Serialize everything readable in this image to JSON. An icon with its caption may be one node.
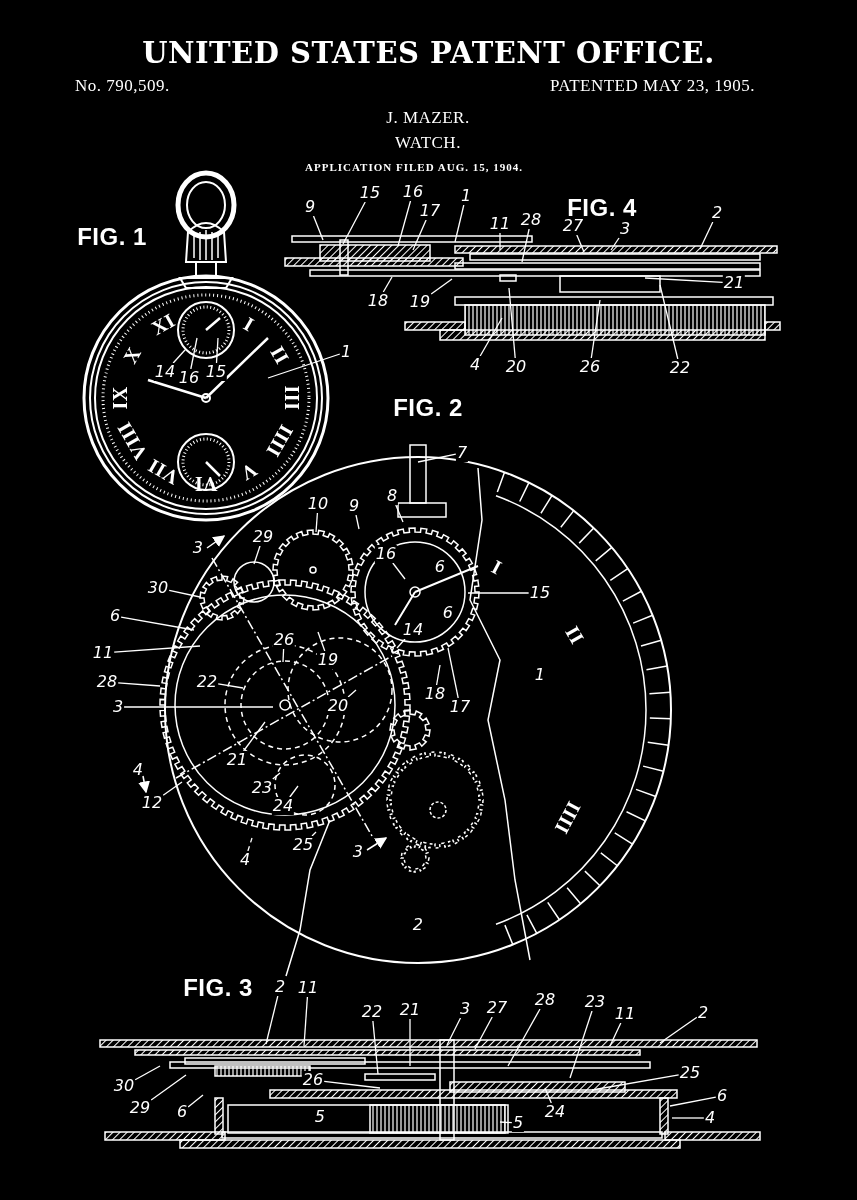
{
  "diagram": {
    "title": "UNITED STATES PATENT OFFICE.",
    "nodes": [
      {
        "text": [
          "14"
        ]
      },
      {
        "text": [
          "16"
        ]
      },
      {
        "text": [
          "15"
        ]
      },
      {
        "text": [
          "1"
        ]
      },
      {
        "text": [
          "9"
        ]
      },
      {
        "text": [
          "15"
        ]
      },
      {
        "text": [
          "16"
        ]
      },
      {
        "text": [
          "17"
        ]
      },
      {
        "text": [
          "1"
        ]
      },
      {
        "text": [
          "11"
        ]
      },
      {
        "text": [
          "28"
        ]
      },
      {
        "text": [
          "27"
        ]
      },
      {
        "text": [
          "3"
        ]
      },
      {
        "text": [
          "2"
        ]
      },
      {
        "text": [
          "21"
        ]
      },
      {
        "text": [
          "18"
        ]
      },
      {
        "text": [
          "19"
        ]
      },
      {
        "text": [
          "4"
        ]
      },
      {
        "text": [
          "20"
        ]
      },
      {
        "text": [
          "26"
        ]
      },
      {
        "text": [
          "22"
        ]
      },
      {
        "text": [
          "7"
        ]
      },
      {
        "text": [
          "8"
        ]
      },
      {
        "text": [
          "10"
        ]
      },
      {
        "text": [
          "9"
        ]
      },
      {
        "text": [
          "29"
        ]
      },
      {
        "text": [
          "30"
        ]
      },
      {
        "text": [
          "16"
        ]
      },
      {
        "text": [
          "15"
        ]
      },
      {
        "text": [
          "6"
        ]
      },
      {
        "text": [
          "14"
        ]
      },
      {
        "text": [
          "11"
        ]
      },
      {
        "text": [
          "26"
        ]
      },
      {
        "text": [
          "19"
        ]
      },
      {
        "text": [
          "28"
        ]
      },
      {
        "text": [
          "22"
        ]
      },
      {
        "text": [
          "18"
        ]
      },
      {
        "text": [
          "17"
        ]
      },
      {
        "text": [
          "3"
        ]
      },
      {
        "text": [
          "20"
        ]
      },
      {
        "text": [
          "21"
        ]
      },
      {
        "text": [
          "12"
        ]
      },
      {
        "text": [
          "23"
        ]
      },
      {
        "text": [
          "24"
        ]
      },
      {
        "text": [
          "25"
        ]
      },
      {
        "text": [
          "4"
        ]
      },
      {
        "text": [
          "2"
        ]
      },
      {
        "text": [
          "11"
        ]
      },
      {
        "text": [
          "22"
        ]
      },
      {
        "text": [
          "21"
        ]
      },
      {
        "text": [
          "3"
        ]
      },
      {
        "text": [
          "27"
        ]
      },
      {
        "text": [
          "28"
        ]
      },
      {
        "text": [
          "23"
        ]
      },
      {
        "text": [
          "11"
        ]
      },
      {
        "text": [
          "2"
        ]
      },
      {
        "text": [
          "30"
        ]
      },
      {
        "text": [
          "29"
        ]
      },
      {
        "text": [
          "6"
        ]
      },
      {
        "text": [
          "26"
        ]
      },
      {
        "text": [
          "25"
        ]
      },
      {
        "text": [
          "6"
        ]
      },
      {
        "text": [
          "24"
        ]
      },
      {
        "text": [
          "4"
        ]
      },
      {
        "text": [
          "5"
        ]
      }
    ],
    "edges": [
      {
        "from": 0,
        "to": null,
        "arrow": "none"
      },
      {
        "from": 1,
        "to": null,
        "arrow": "none"
      },
      {
        "from": 2,
        "to": null,
        "arrow": "none"
      },
      {
        "from": 3,
        "to": null,
        "arrow": "none"
      },
      {
        "from": 4,
        "to": null,
        "arrow": "none"
      },
      {
        "from": 5,
        "to": null,
        "arrow": "none"
      },
      {
        "from": 6,
        "to": null,
        "arrow": "none"
      },
      {
        "from": 7,
        "to": null,
        "arrow": "none"
      },
      {
        "from": 8,
        "to": null,
        "arrow": "none"
      },
      {
        "from": 9,
        "to": null,
        "arrow": "none"
      },
      {
        "from": 10,
        "to": null,
        "arrow": "none"
      },
      {
        "from": 11,
        "to": null,
        "arrow": "none"
      },
      {
        "from": 12,
        "to": null,
        "arrow": "none"
      },
      {
        "from": 13,
        "to": null,
        "arrow": "none"
      },
      {
        "from": 14,
        "to": null,
        "arrow": "none"
      },
      {
        "from": 15,
        "to": null,
        "arrow": "none"
      },
      {
        "from": 16,
        "to": null,
        "arrow": "none"
      },
      {
        "from": 17,
        "to": null,
        "arrow": "none"
      },
      {
        "from": 18,
        "to": null,
        "arrow": "none"
      },
      {
        "from": 19,
        "to": null,
        "arrow": "none"
      },
      {
        "from": 20,
        "to": null,
        "arrow": "none"
      },
      {
        "from": 21,
        "to": null,
        "arrow": "none"
      },
      {
        "from": 22,
        "to": null,
        "arrow": "none"
      },
      {
        "from": 23,
        "to": null,
        "arrow": "none"
      },
      {
        "from": 24,
        "to": null,
        "arrow": "none"
      },
      {
        "from": 25,
        "to": null,
        "arrow": "none"
      },
      {
        "from": 26,
        "to": null,
        "arrow": "none"
      },
      {
        "from": 27,
        "to": null,
        "arrow": "none"
      },
      {
        "from": 28,
        "to": null,
        "arrow": "none"
      },
      {
        "from": 29,
        "to": null,
        "arrow": "none"
      },
      {
        "from": 30,
        "to": null,
        "arrow": "none"
      },
      {
        "from": 31,
        "to": null,
        "arrow": "none"
      },
      {
        "from": 32,
        "to": null,
        "arrow": "none"
      },
      {
        "from": 33,
        "to": null,
        "arrow": "none"
      },
      {
        "from": 34,
        "to": null,
        "arrow": "none"
      },
      {
        "from": 35,
        "to": null,
        "arrow": "none"
      },
      {
        "from": 36,
        "to": null,
        "arrow": "none"
      },
      {
        "from": 37,
        "to": null,
        "arrow": "none"
      },
      {
        "from": 38,
        "to": null,
        "arrow": "none"
      },
      {
        "from": 39,
        "to": null,
        "arrow": "none"
      },
      {
        "from": 40,
        "to": null,
        "arrow": "none"
      },
      {
        "from": 41,
        "to": null,
        "arrow": "none"
      },
      {
        "from": 42,
        "to": null,
        "arrow": "none"
      },
      {
        "from": 43,
        "to": null,
        "arrow": "none"
      },
      {
        "from": 44,
        "to": null,
        "arrow": "none"
      },
      {
        "from": 45,
        "to": null,
        "arrow": "none",
        "style": "dashed"
      },
      {
        "from": 46,
        "to": null,
        "arrow": "none"
      },
      {
        "from": 47,
        "to": null,
        "arrow": "none"
      },
      {
        "from": 48,
        "to": null,
        "arrow": "none"
      },
      {
        "from": 49,
        "to": null,
        "arrow": "none"
      },
      {
        "from": 50,
        "to": null,
        "arrow": "none"
      },
      {
        "from": 51,
        "to": null,
        "arrow": "none"
      },
      {
        "from": 52,
        "to": null,
        "arrow": "none"
      },
      {
        "from": 53,
        "to": null,
        "arrow": "none"
      },
      {
        "from": 54,
        "to": null,
        "arrow": "none"
      },
      {
        "from": 55,
        "to": null,
        "arrow": "none"
      },
      {
        "from": 56,
        "to": null,
        "arrow": "none"
      },
      {
        "from": 57,
        "to": null,
        "arrow": "none"
      },
      {
        "from": 58,
        "to": null,
        "arrow": "none"
      },
      {
        "from": 59,
        "to": null,
        "arrow": "none"
      },
      {
        "from": 60,
        "to": null,
        "arrow": "none"
      },
      {
        "from": 61,
        "to": null,
        "arrow": "none"
      },
      {
        "from": 62,
        "to": null,
        "arrow": "none"
      },
      {
        "from": 63,
        "to": null,
        "arrow": "none"
      },
      {
        "from": 64,
        "to": null,
        "arrow": "none"
      }
    ],
    "labels": [
      "No. 790,509.",
      "PATENTED MAY 23, 1905.",
      "J. MAZER.",
      "WATCH.",
      "APPLICATION FILED AUG. 15, 1904.",
      "FIG. 1",
      "FIG. 4",
      "FIG. 2",
      "FIG. 3",
      "I",
      "II",
      "III",
      "IIII",
      "V",
      "VI",
      "VII",
      "VIII",
      "IX",
      "X",
      "XI",
      "I",
      "II",
      "IIII",
      "3",
      "3",
      "4",
      "6",
      "6",
      "1",
      "2",
      "5"
    ]
  }
}
